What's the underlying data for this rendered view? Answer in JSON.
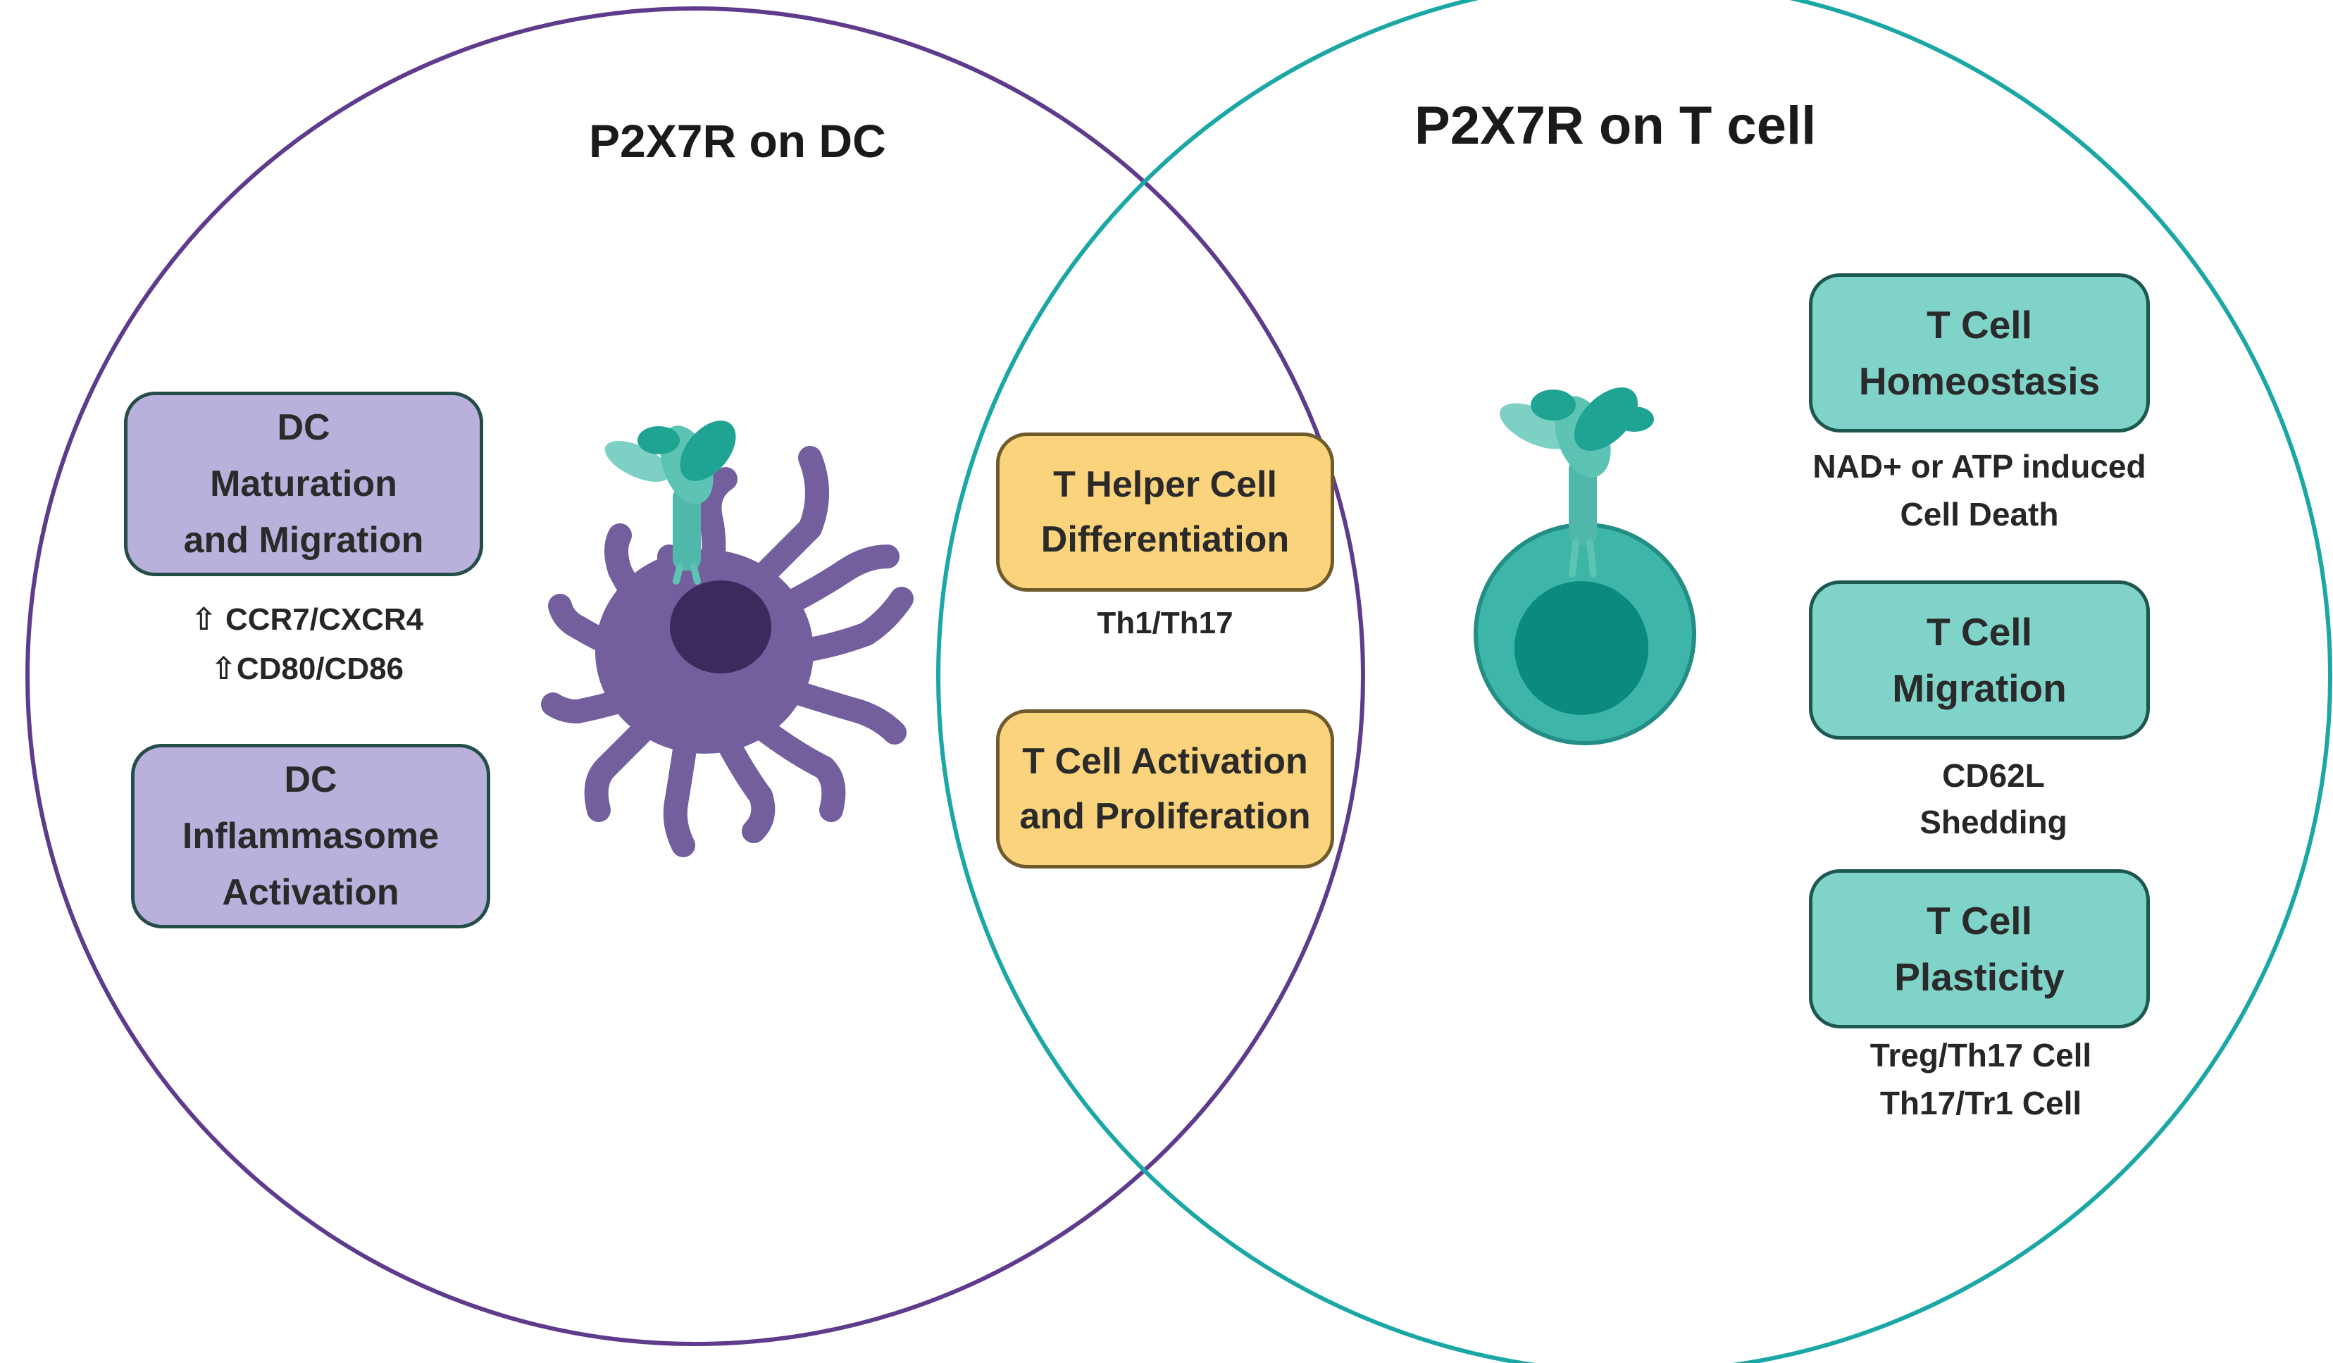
{
  "diagram": {
    "title_dc": "P2X7R on DC",
    "title_tcell": "P2X7R on T cell",
    "dc_boxes": [
      {
        "lines": [
          "DC",
          "Maturation",
          "and Migration"
        ]
      },
      {
        "lines": [
          "DC",
          "Inflammasome",
          "Activation"
        ]
      }
    ],
    "dc_note": [
      "⇧ CCR7/CXCR4",
      "⇧CD80/CD86"
    ],
    "shared_boxes": [
      {
        "lines": [
          "T Helper Cell",
          "Differentiation"
        ]
      },
      {
        "lines": [
          "T Cell Activation",
          "and Proliferation"
        ]
      }
    ],
    "shared_note": "Th1/Th17",
    "tcell_boxes": [
      {
        "lines": [
          "T Cell",
          "Homeostasis"
        ]
      },
      {
        "lines": [
          "T Cell",
          "Migration"
        ]
      },
      {
        "lines": [
          "T Cell",
          "Plasticity"
        ]
      }
    ],
    "tcell_notes": [
      [
        "NAD+ or ATP induced",
        "Cell Death"
      ],
      [
        "CD62L",
        "Shedding"
      ],
      [
        "Treg/Th17 Cell",
        "Th17/Tr1 Cell"
      ]
    ]
  },
  "colors": {
    "dc_circle": "#5e3b8c",
    "tcell_circle": "#1aa7a5",
    "dc_box_fill": "#b9b1dc",
    "shared_box_fill": "#fad37c",
    "tcell_box_fill": "#7fd3c9",
    "dendritic_cell": "#735e9e",
    "dendritic_nucleus": "#3c2a5c",
    "t_cell_body": "#3db5a9",
    "t_cell_nucleus": "#0b8a80",
    "receptor": "#5cc3b5"
  },
  "icons": [
    "dendritic-cell-icon",
    "t-cell-icon",
    "p2x7-receptor-icon"
  ]
}
